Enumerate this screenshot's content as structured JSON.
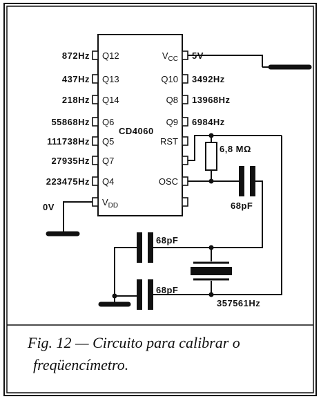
{
  "chip": {
    "name": "CD4060",
    "left_pins": [
      {
        "pin": "Q12",
        "freq": "872Hz"
      },
      {
        "pin": "Q13",
        "freq": "437Hz"
      },
      {
        "pin": "Q14",
        "freq": "218Hz"
      },
      {
        "pin": "Q6",
        "freq": "55868Hz"
      },
      {
        "pin": "Q5",
        "freq": "111738Hz"
      },
      {
        "pin": "Q7",
        "freq": "27935Hz"
      },
      {
        "pin": "Q4",
        "freq": "223475Hz"
      }
    ],
    "vdd_pin": "VDD",
    "vdd_label": "0V",
    "right_pins": [
      {
        "pin": "VCC",
        "value": "5V"
      },
      {
        "pin": "Q10",
        "value": "3492Hz"
      },
      {
        "pin": "Q8",
        "value": "13968Hz"
      },
      {
        "pin": "Q9",
        "value": "6984Hz"
      },
      {
        "pin": "RST",
        "value": ""
      },
      {
        "pin": "",
        "value": ""
      },
      {
        "pin": "OSC",
        "value": ""
      },
      {
        "pin": "",
        "value": ""
      }
    ]
  },
  "components": {
    "resistor": "6,8 MΩ",
    "cap_right": "68pF",
    "cap_upper": "68pF",
    "cap_lower": "68pF",
    "crystal": "357561Hz"
  },
  "caption": {
    "line1": "Fig. 12 — Circuito para calibrar o",
    "line2": "freqüencímetro."
  }
}
